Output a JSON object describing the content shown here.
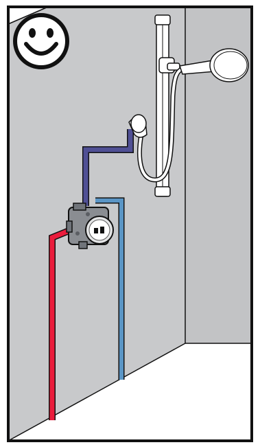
{
  "diagram": {
    "badge": {
      "icon": "smiley-face-icon",
      "meaning": "correct"
    },
    "colors": {
      "wall": "#c8c9cb",
      "wall_right": "#c2c3c5",
      "floor": "#ffffff",
      "outline": "#111111",
      "hot_pipe": "#ea1c3c",
      "cold_pipe": "#5a95c5",
      "outlet_pipe": "#505095",
      "fixture": "#ffffff",
      "valve_body": "#8a8d92"
    },
    "parts": [
      {
        "name": "hot-water-pipe",
        "icon": "pipe"
      },
      {
        "name": "cold-water-pipe",
        "icon": "pipe"
      },
      {
        "name": "mixing-valve-body",
        "icon": "valve"
      },
      {
        "name": "outlet-pipe",
        "icon": "pipe"
      },
      {
        "name": "wall-outlet-elbow",
        "icon": "elbow"
      },
      {
        "name": "shower-hose",
        "icon": "hose"
      },
      {
        "name": "slide-rail",
        "icon": "rail"
      },
      {
        "name": "hand-shower-head",
        "icon": "shower-head"
      }
    ]
  }
}
